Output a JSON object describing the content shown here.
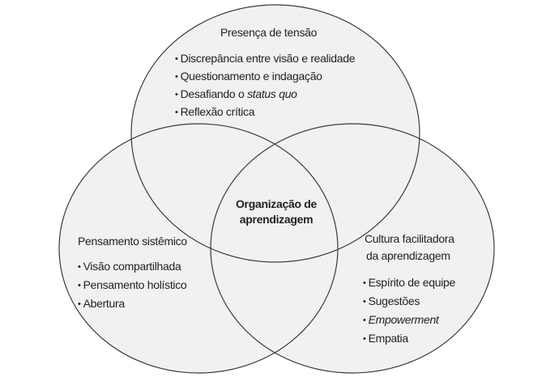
{
  "diagram": {
    "type": "venn",
    "colors": {
      "fill": "#f1f1f1",
      "stroke": "#3a3a3a",
      "text": "#231f20",
      "background": "#ffffff"
    },
    "center": {
      "line1": "Organização de",
      "line2": "aprendizagem"
    },
    "circles": [
      {
        "id": "top",
        "title": "Presença de tensão",
        "items": [
          {
            "text": "Discrepância entre visão e realidade"
          },
          {
            "text": "Questionamento e indagação"
          },
          {
            "prefix": "Desafiando o ",
            "italic": "status quo"
          },
          {
            "text": "Reflexão crítica"
          }
        ]
      },
      {
        "id": "left",
        "title": "Pensamento sistêmico",
        "items": [
          {
            "text": "Visão compartilhada"
          },
          {
            "text": "Pensamento holístico"
          },
          {
            "text": "Abertura"
          }
        ]
      },
      {
        "id": "right",
        "title_line1": "Cultura facilitadora",
        "title_line2": "da aprendizagem",
        "items": [
          {
            "text": "Espírito de equipe"
          },
          {
            "text": "Sugestões"
          },
          {
            "italic": "Empowerment"
          },
          {
            "text": "Empatia"
          }
        ]
      }
    ]
  }
}
